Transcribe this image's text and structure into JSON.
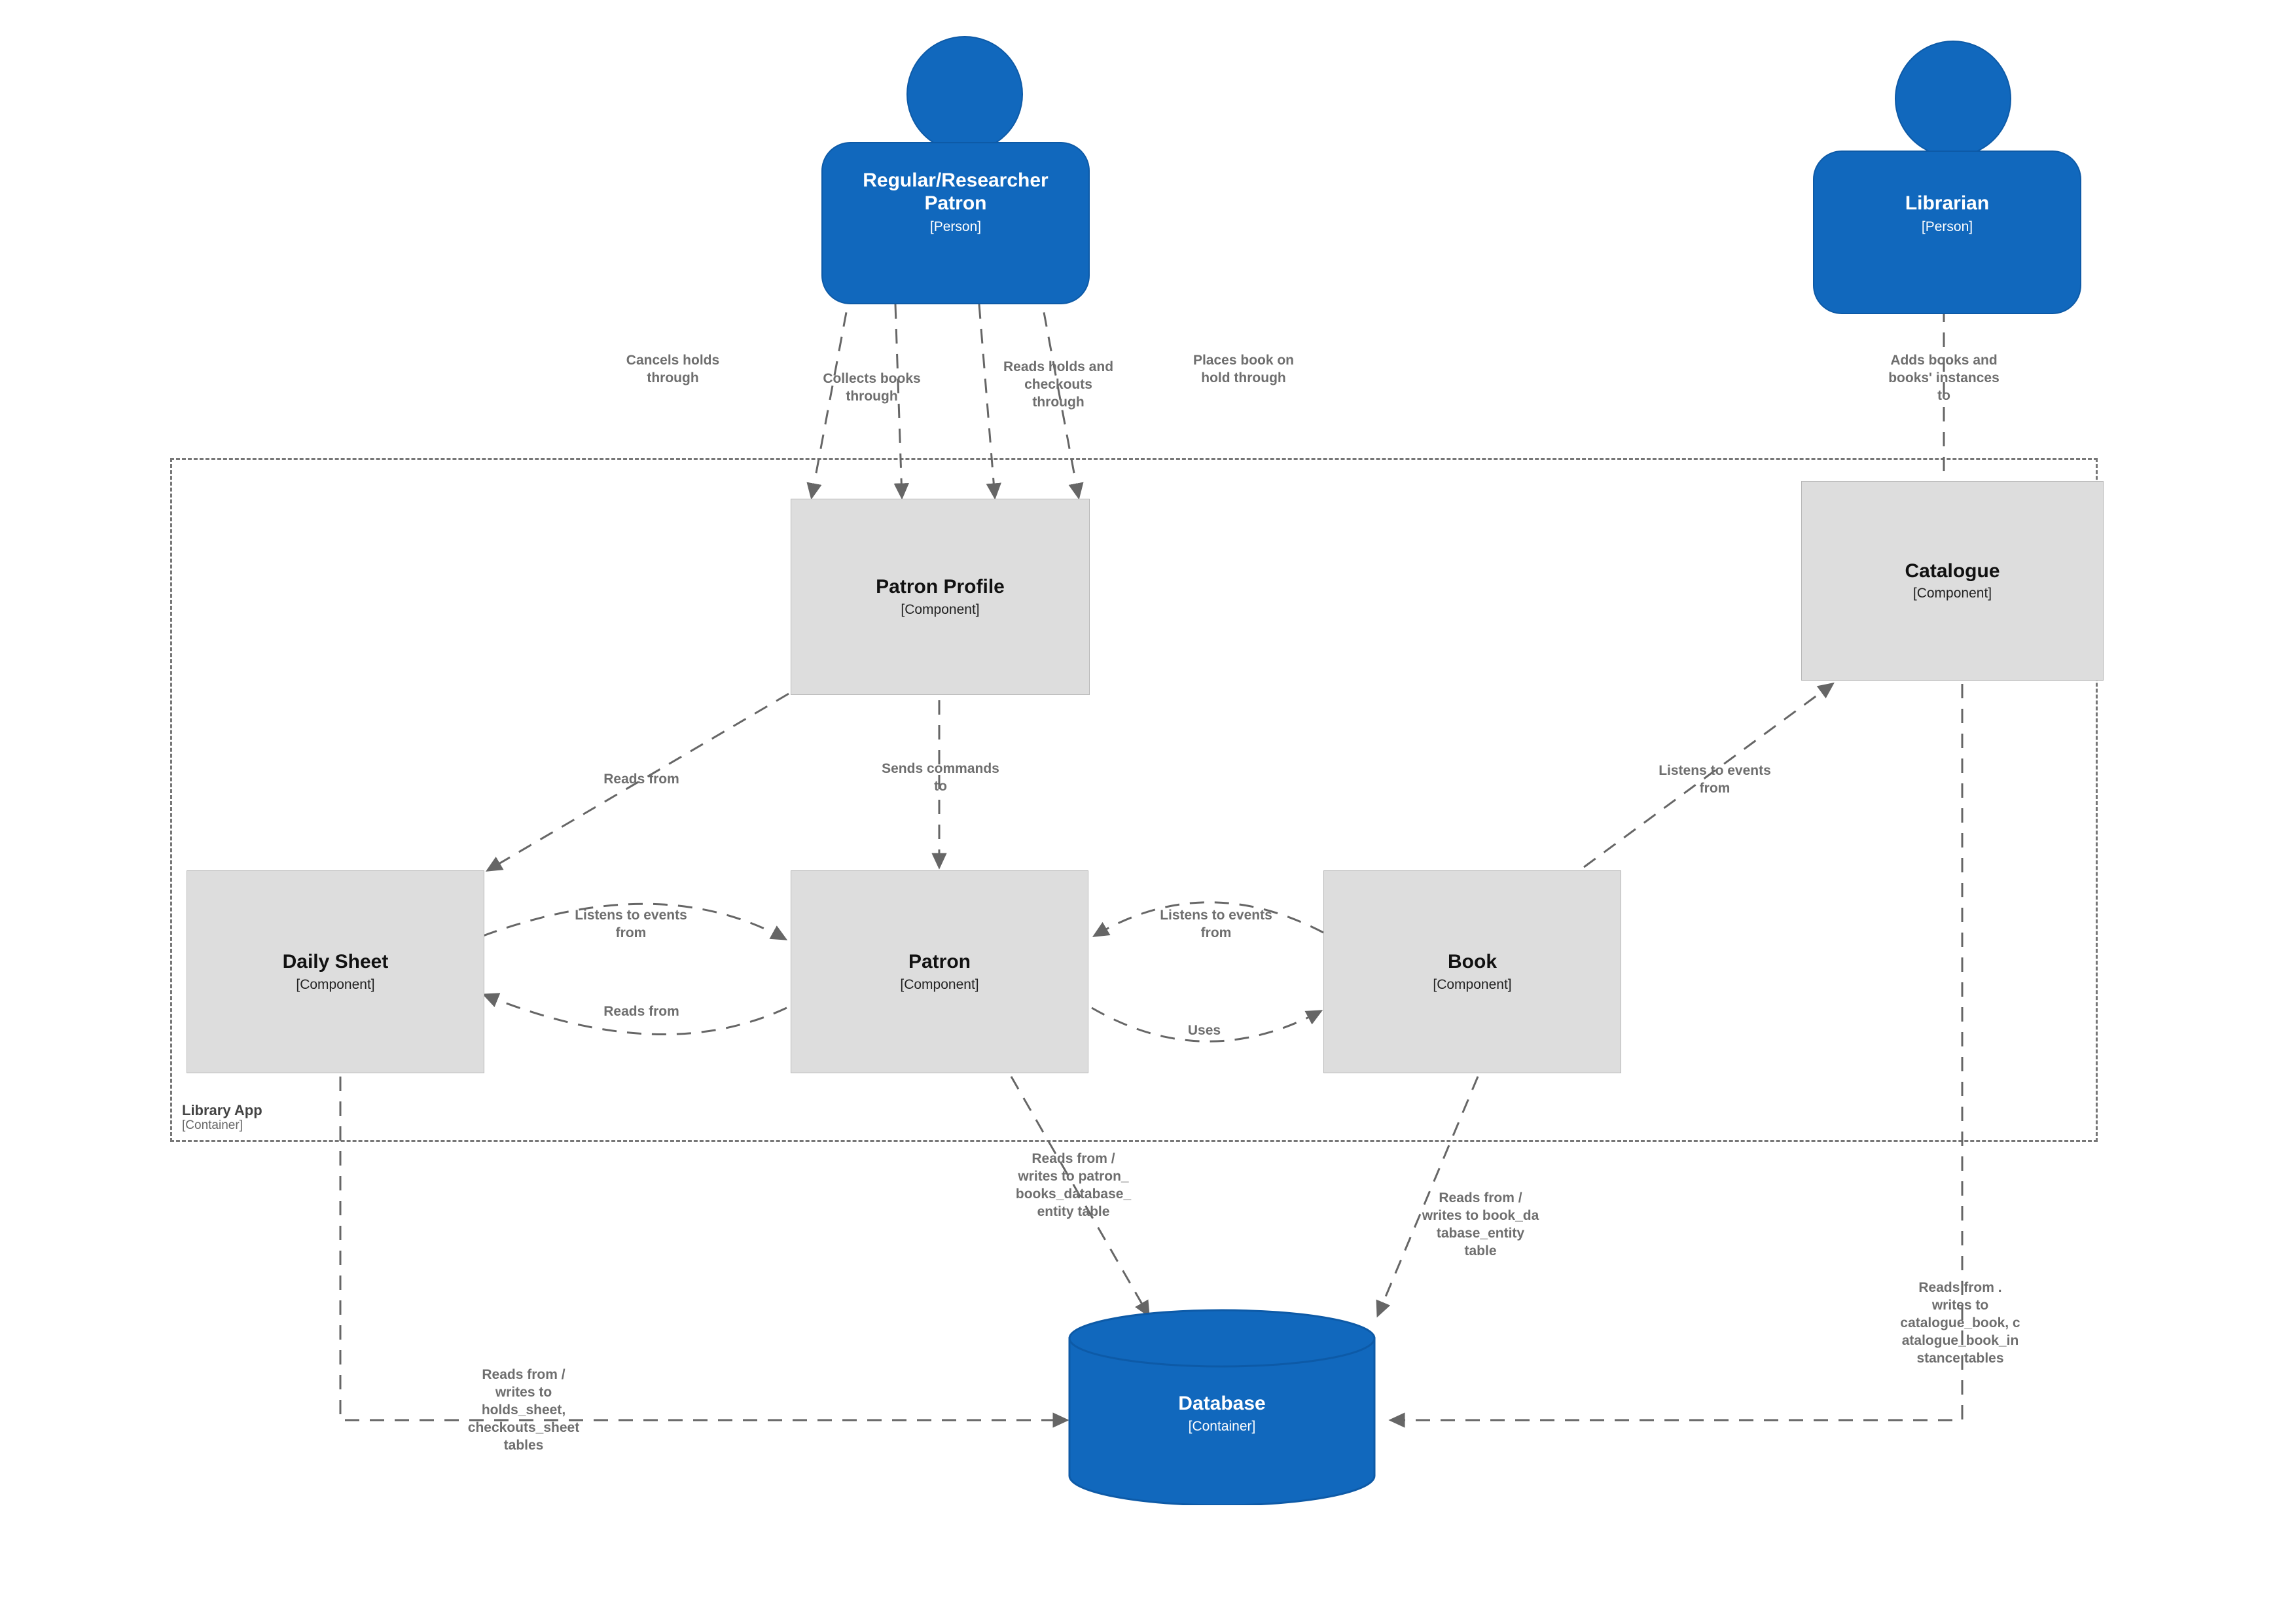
{
  "diagram": {
    "type": "c4-component-diagram",
    "title": "Library App Component Diagram",
    "colors": {
      "person_fill": "#1168bd",
      "person_stroke": "#0d5aa7",
      "component_fill": "#dddddd",
      "component_stroke": "#b6b6b6",
      "database_fill": "#1168bd",
      "database_stroke": "#0d5aa7",
      "edge_stroke": "#666666",
      "edge_label_color": "#6e6e6e",
      "boundary_stroke": "#777777",
      "background": "#ffffff"
    }
  },
  "people": [
    {
      "id": "patron-person",
      "name": "Regular/Researcher\nPatron",
      "type": "[Person]"
    },
    {
      "id": "librarian-person",
      "name": "Librarian",
      "type": "[Person]"
    }
  ],
  "boundary": {
    "name": "Library App",
    "type": "[Container]"
  },
  "components": [
    {
      "id": "patron-profile",
      "name": "Patron Profile",
      "type": "[Component]"
    },
    {
      "id": "catalogue",
      "name": "Catalogue",
      "type": "[Component]"
    },
    {
      "id": "daily-sheet",
      "name": "Daily Sheet",
      "type": "[Component]"
    },
    {
      "id": "patron",
      "name": "Patron",
      "type": "[Component]"
    },
    {
      "id": "book",
      "name": "Book",
      "type": "[Component]"
    }
  ],
  "database": {
    "id": "database",
    "name": "Database",
    "type": "[Container]"
  },
  "relationships": [
    {
      "id": "r1",
      "from": "patron-person",
      "to": "patron-profile",
      "label": "Cancels holds\nthrough"
    },
    {
      "id": "r2",
      "from": "patron-person",
      "to": "patron-profile",
      "label": "Collects books\nthrough"
    },
    {
      "id": "r3",
      "from": "patron-person",
      "to": "patron-profile",
      "label": "Reads holds and\ncheckouts\nthrough"
    },
    {
      "id": "r4",
      "from": "patron-person",
      "to": "patron-profile",
      "label": "Places book on\nhold through"
    },
    {
      "id": "r5",
      "from": "librarian-person",
      "to": "catalogue",
      "label": "Adds books and\nbooks' instances\nto"
    },
    {
      "id": "r6",
      "from": "patron-profile",
      "to": "daily-sheet",
      "label": "Reads from"
    },
    {
      "id": "r7",
      "from": "patron-profile",
      "to": "patron",
      "label": "Sends commands\nto"
    },
    {
      "id": "r8",
      "from": "daily-sheet",
      "to": "patron",
      "label": "Listens to events\nfrom"
    },
    {
      "id": "r9",
      "from": "patron",
      "to": "daily-sheet",
      "label": "Reads from"
    },
    {
      "id": "r10",
      "from": "book",
      "to": "patron",
      "label": "Listens to events\nfrom"
    },
    {
      "id": "r11",
      "from": "patron",
      "to": "book",
      "label": "Uses"
    },
    {
      "id": "r12",
      "from": "book",
      "to": "catalogue",
      "label": "Listens to events\nfrom"
    },
    {
      "id": "r13",
      "from": "patron",
      "to": "database",
      "label": "Reads from /\nwrites to patron_\nbooks_database_\nentity table"
    },
    {
      "id": "r14",
      "from": "book",
      "to": "database",
      "label": "Reads from /\nwrites to book_da\ntabase_entity\ntable"
    },
    {
      "id": "r15",
      "from": "catalogue",
      "to": "database",
      "label": "Reads from .\nwrites to\ncatalogue_book, c\natalogue_book_in\nstance tables"
    },
    {
      "id": "r16",
      "from": "daily-sheet",
      "to": "database",
      "label": "Reads from /\nwrites to\nholds_sheet,\ncheckouts_sheet\ntables"
    }
  ]
}
